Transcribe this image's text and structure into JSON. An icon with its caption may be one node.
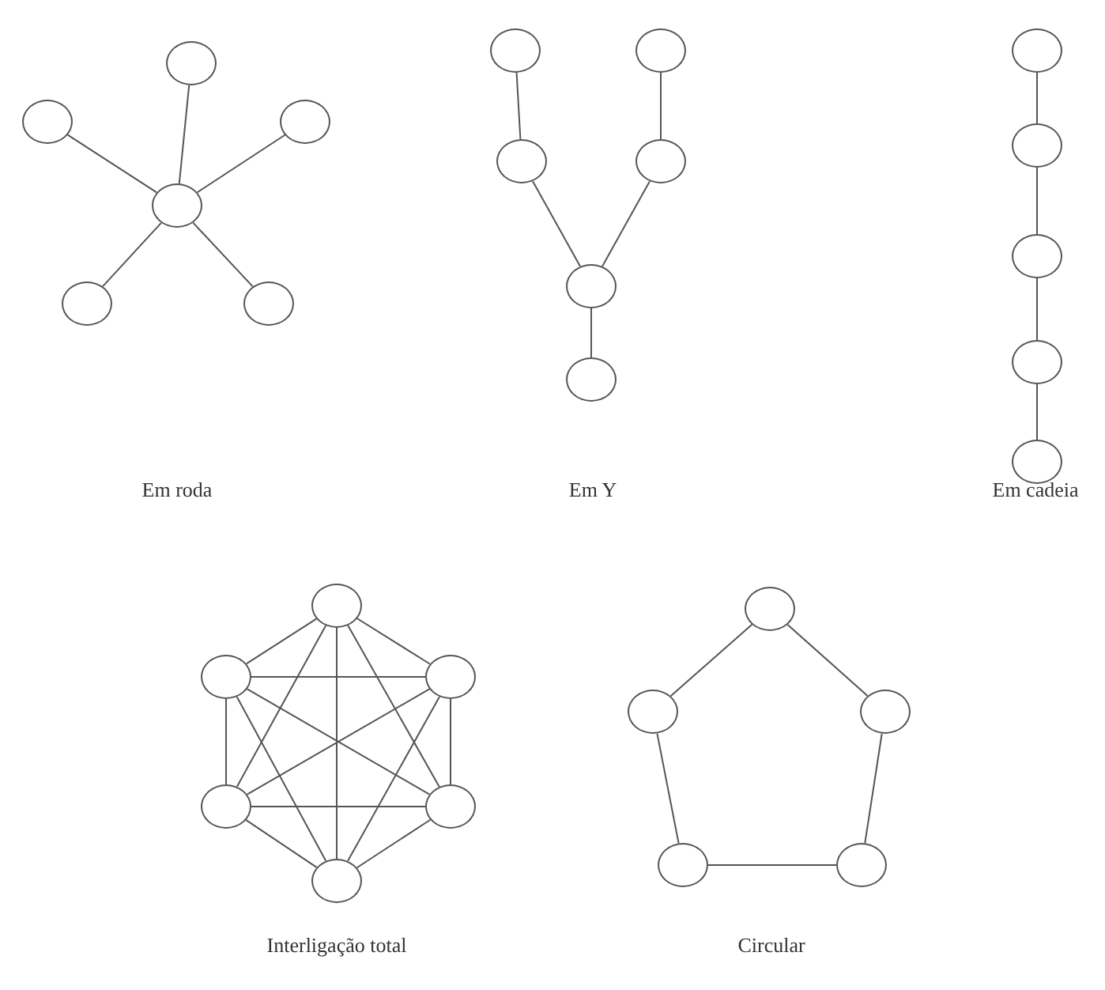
{
  "diagram": {
    "nodes": [
      {
        "text": [],
        "shape": "circle"
      },
      {
        "text": [],
        "shape": "circle"
      },
      {
        "text": [],
        "shape": "circle"
      },
      {
        "text": [],
        "shape": "circle"
      },
      {
        "text": [],
        "shape": "circle"
      },
      {
        "text": [],
        "shape": "circle"
      },
      {
        "text": [],
        "shape": "circle"
      },
      {
        "text": [],
        "shape": "circle"
      },
      {
        "text": [],
        "shape": "circle"
      },
      {
        "text": [],
        "shape": "circle"
      },
      {
        "text": [],
        "shape": "circle"
      },
      {
        "text": [],
        "shape": "circle"
      },
      {
        "text": [],
        "shape": "circle"
      },
      {
        "text": [],
        "shape": "circle"
      },
      {
        "text": [],
        "shape": "circle"
      },
      {
        "text": [],
        "shape": "circle"
      },
      {
        "text": [],
        "shape": "circle"
      },
      {
        "text": [],
        "shape": "circle"
      },
      {
        "text": [],
        "shape": "circle"
      },
      {
        "text": [],
        "shape": "circle"
      },
      {
        "text": [],
        "shape": "circle"
      },
      {
        "text": [],
        "shape": "circle"
      },
      {
        "text": [],
        "shape": "circle"
      },
      {
        "text": [],
        "shape": "circle"
      },
      {
        "text": [],
        "shape": "circle"
      },
      {
        "text": [],
        "shape": "circle"
      },
      {
        "text": [],
        "shape": "circle"
      },
      {
        "text": [],
        "shape": "circle"
      }
    ],
    "edges": [
      {
        "from": 1,
        "to": 3,
        "arrow": "none"
      },
      {
        "from": 0,
        "to": 3,
        "arrow": "none"
      },
      {
        "from": 2,
        "to": 3,
        "arrow": "none"
      },
      {
        "from": 4,
        "to": 3,
        "arrow": "none"
      },
      {
        "from": 5,
        "to": 3,
        "arrow": "none"
      },
      {
        "from": 6,
        "to": 8,
        "arrow": "none"
      },
      {
        "from": 7,
        "to": 9,
        "arrow": "none"
      },
      {
        "from": 8,
        "to": 10,
        "arrow": "none"
      },
      {
        "from": 9,
        "to": 10,
        "arrow": "none"
      },
      {
        "from": 10,
        "to": 11,
        "arrow": "none"
      },
      {
        "from": 12,
        "to": 13,
        "arrow": "none"
      },
      {
        "from": 13,
        "to": 14,
        "arrow": "none"
      },
      {
        "from": 14,
        "to": 15,
        "arrow": "none"
      },
      {
        "from": 15,
        "to": 16,
        "arrow": "none"
      },
      {
        "from": 17,
        "to": 18,
        "arrow": "none"
      },
      {
        "from": 17,
        "to": 19,
        "arrow": "none"
      },
      {
        "from": 17,
        "to": 20,
        "arrow": "none"
      },
      {
        "from": 17,
        "to": 21,
        "arrow": "none"
      },
      {
        "from": 17,
        "to": 22,
        "arrow": "none"
      },
      {
        "from": 18,
        "to": 19,
        "arrow": "none"
      },
      {
        "from": 18,
        "to": 20,
        "arrow": "none"
      },
      {
        "from": 18,
        "to": 21,
        "arrow": "none"
      },
      {
        "from": 18,
        "to": 22,
        "arrow": "none"
      },
      {
        "from": 19,
        "to": 20,
        "arrow": "none"
      },
      {
        "from": 19,
        "to": 21,
        "arrow": "none"
      },
      {
        "from": 19,
        "to": 22,
        "arrow": "none"
      },
      {
        "from": 20,
        "to": 21,
        "arrow": "none"
      },
      {
        "from": 20,
        "to": 22,
        "arrow": "none"
      },
      {
        "from": 21,
        "to": 22,
        "arrow": "none"
      },
      {
        "from": 23,
        "to": 24,
        "arrow": "none"
      },
      {
        "from": 23,
        "to": 25,
        "arrow": "none"
      },
      {
        "from": 24,
        "to": 26,
        "arrow": "none"
      },
      {
        "from": 25,
        "to": 27,
        "arrow": "none"
      },
      {
        "from": 26,
        "to": 27,
        "arrow": "none"
      }
    ],
    "labels": [
      "Em roda",
      "Em Y",
      "Em cadeia",
      "Interligação total",
      "Circular"
    ]
  }
}
